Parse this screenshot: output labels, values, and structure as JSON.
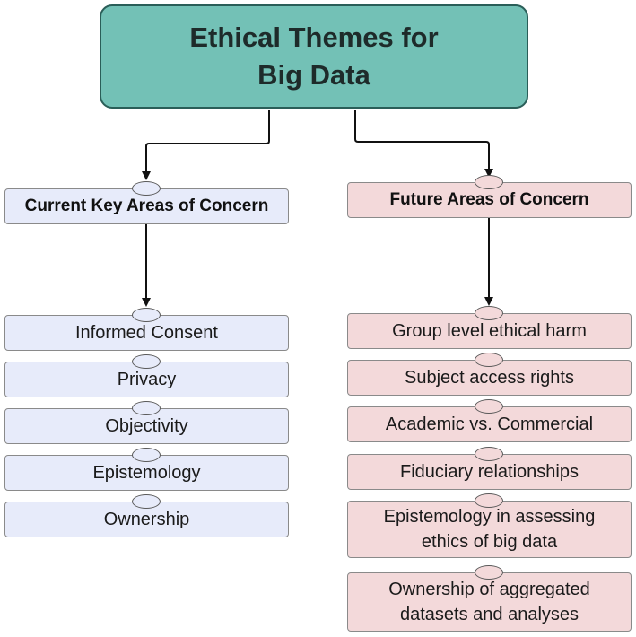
{
  "title": "Ethical Themes for Big Data",
  "current": {
    "header": "Current Key Areas of Concern",
    "items": [
      "Informed Consent",
      "Privacy",
      "Objectivity",
      "Epistemology",
      "Ownership"
    ]
  },
  "future": {
    "header": "Future Areas of Concern",
    "items": [
      "Group level ethical harm",
      "Subject access rights",
      "Academic vs. Commercial",
      "Fiduciary relationships",
      "Epistemology in assessing ethics of big data",
      "Ownership of aggregated datasets and analyses"
    ]
  },
  "colors": {
    "title_fill": "#73c1b6",
    "left_fill": "#e7ebfa",
    "right_fill": "#f3d9da"
  }
}
